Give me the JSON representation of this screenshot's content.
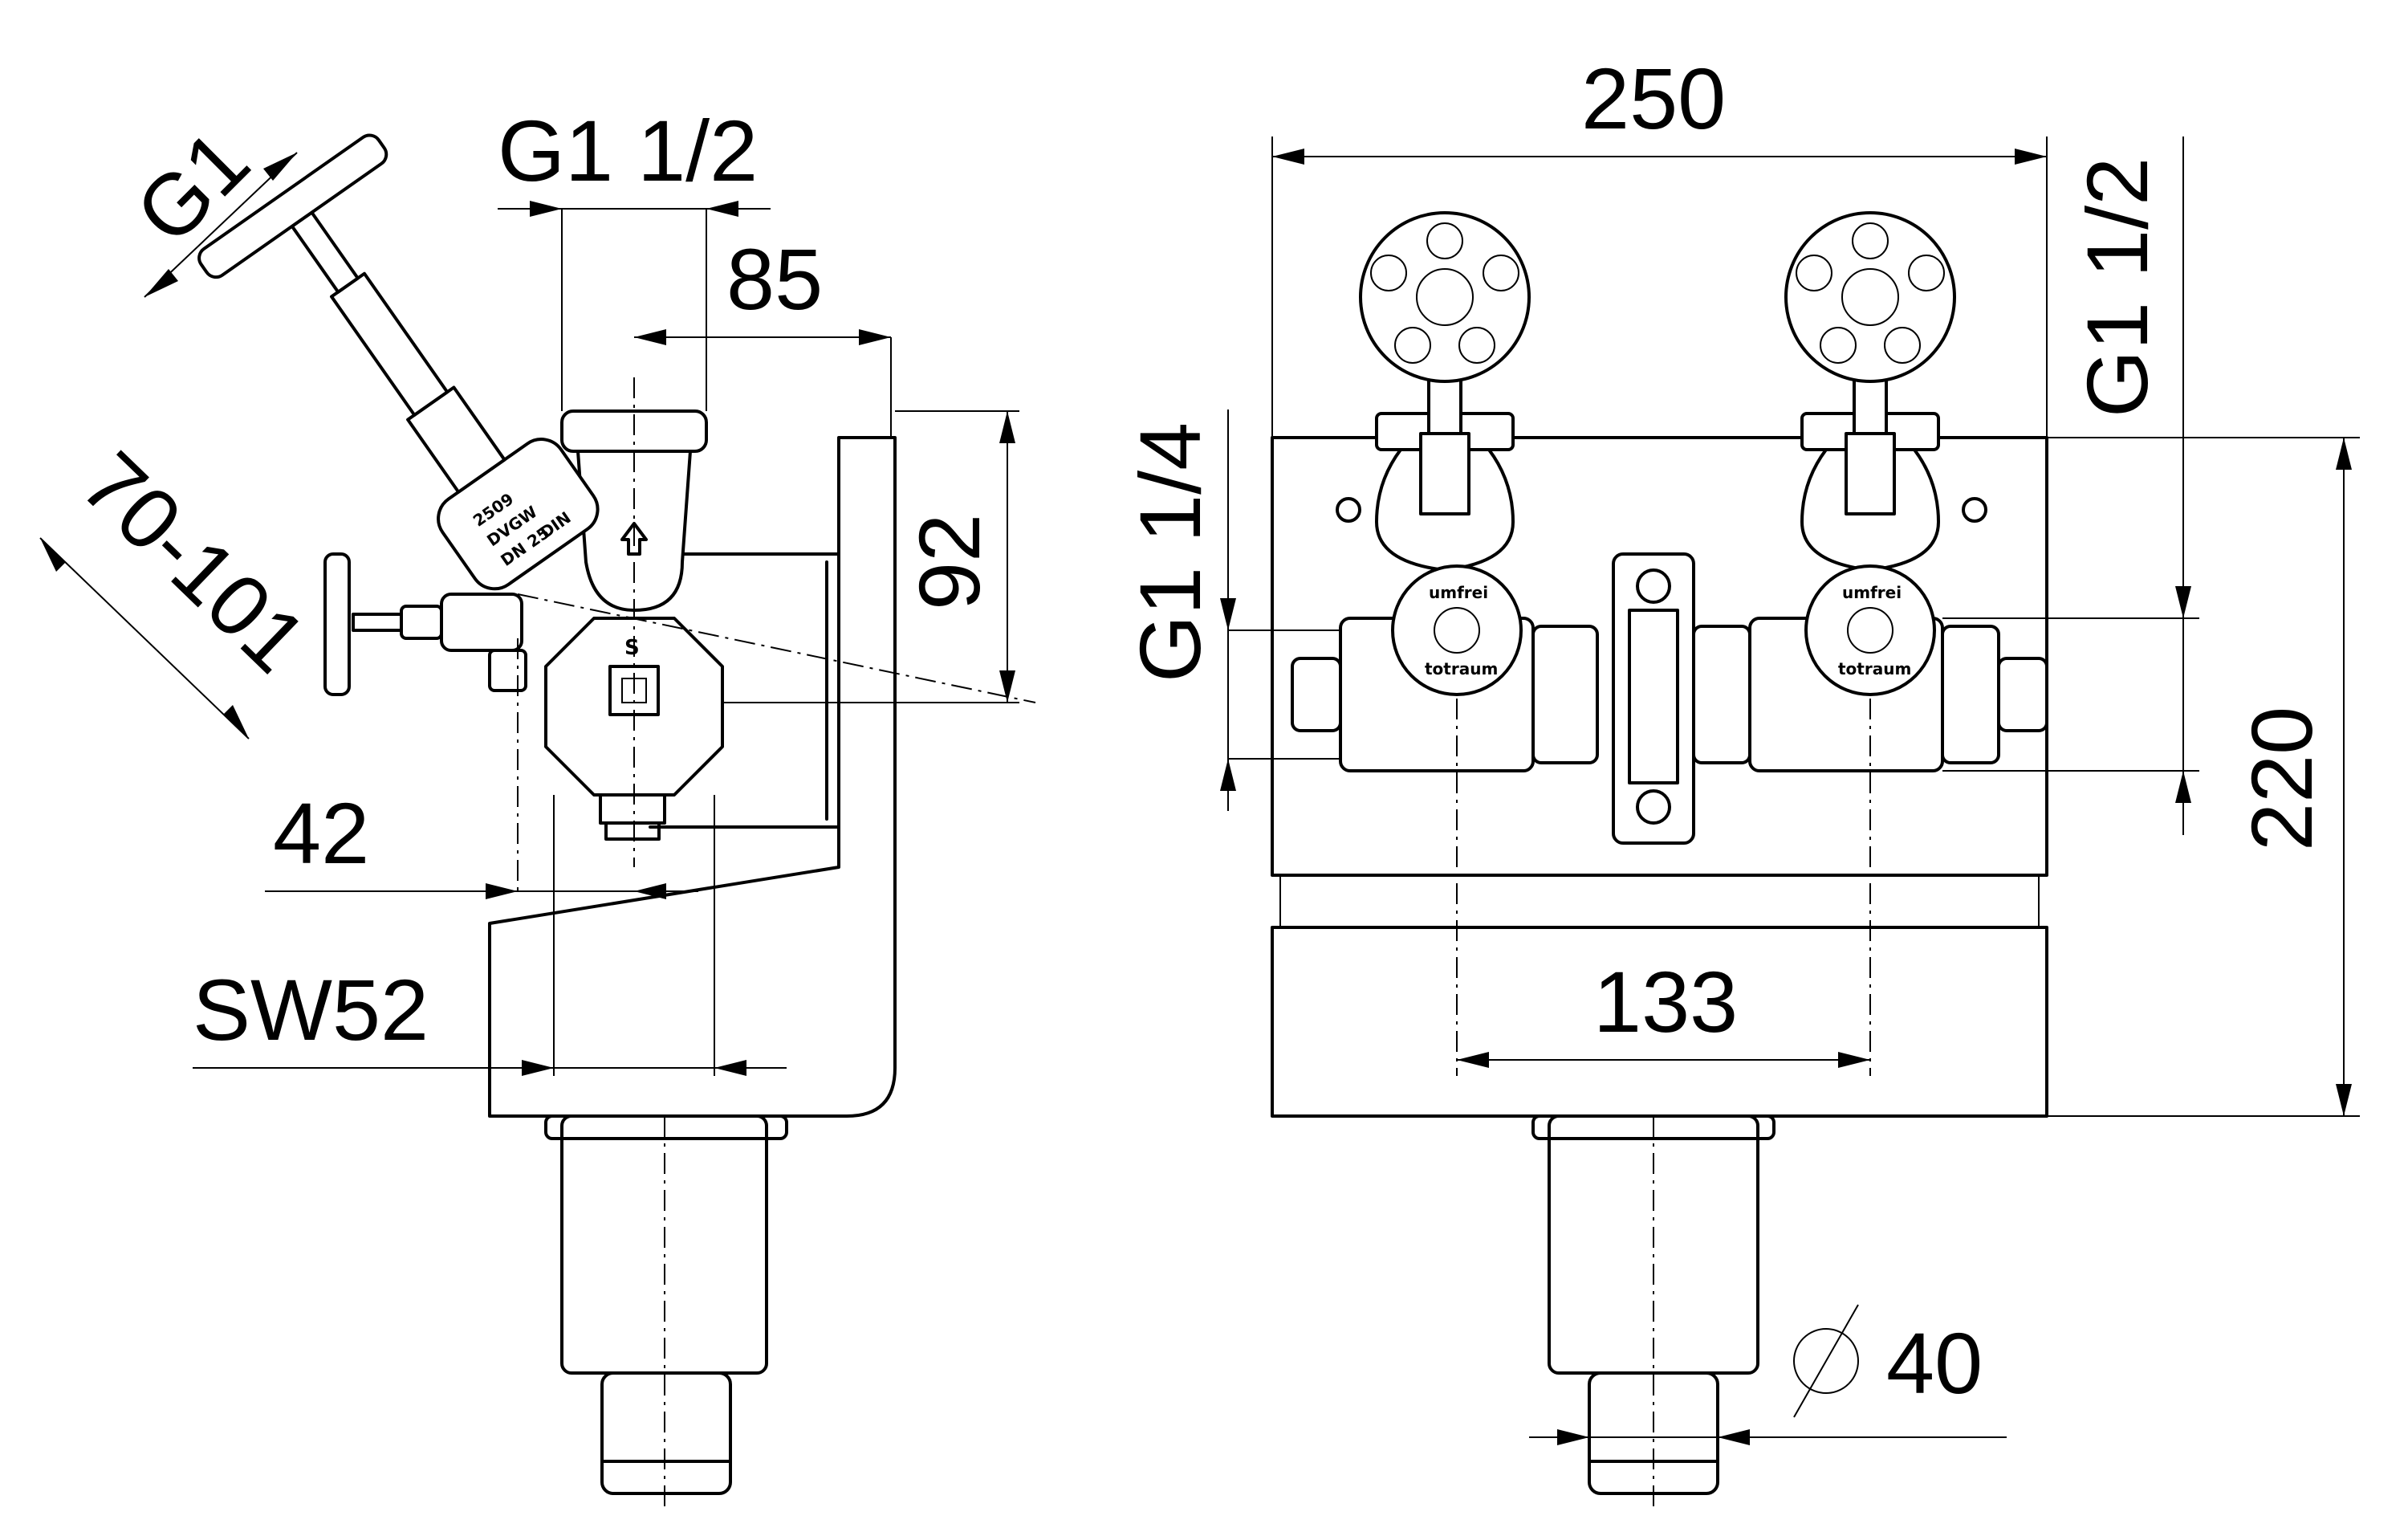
{
  "dimensions": {
    "g1": "G1",
    "g1_half_side": "G1 1/2",
    "depth_85": "85",
    "height_92": "92",
    "stroke_70_101": "70-101",
    "offset_42": "42",
    "wrench_sw52": "SW52",
    "width_250": "250",
    "g1_half_front": "G1 1/2",
    "g1_quarter": "G1 1/4",
    "height_220": "220",
    "spacing_133": "133",
    "diameter_40": "40",
    "diameter_symbol": "diameter-symbol"
  },
  "markings": {
    "valve_number": "2509",
    "dvgw": "DVGW",
    "dn": "DN 25",
    "din": "DIN",
    "logo": "S",
    "umfrei_label": "umfrei",
    "totraum_label": "totraum"
  }
}
